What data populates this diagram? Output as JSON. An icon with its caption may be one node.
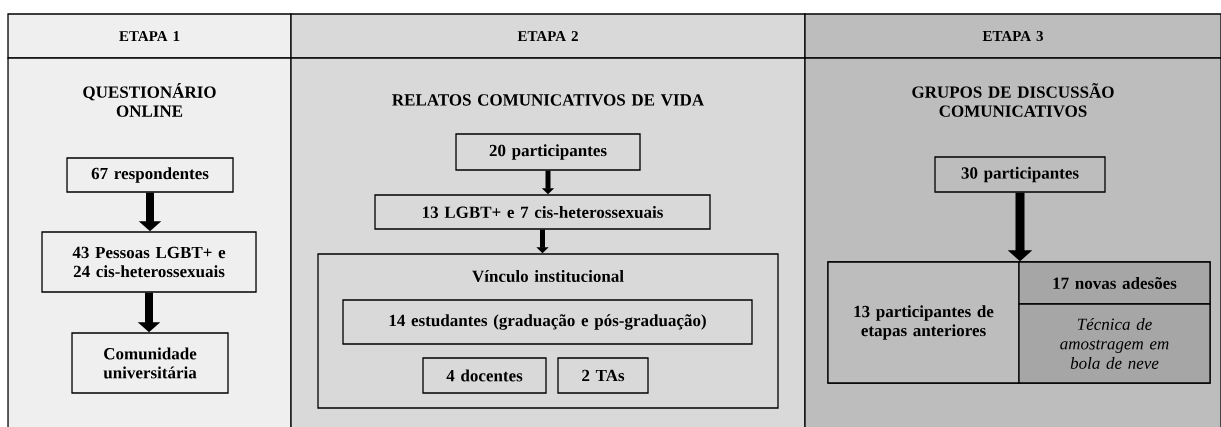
{
  "diagram": {
    "nodes": [
      {
        "text": [
          "ETAPA 1"
        ]
      },
      {
        "text": [
          "QUESTIONÁRIO ONLINE"
        ]
      },
      {
        "text": [
          "67 respondentes"
        ],
        "in": 1
      },
      {
        "text": [
          "43 Pessoas LGBT+ e 24 cis-heterossexuais"
        ],
        "in": 1
      },
      {
        "text": [
          "Comunidade universitária"
        ],
        "in": 1
      },
      {
        "text": [
          "ETAPA 2"
        ]
      },
      {
        "text": [
          "RELATOS COMUNICATIVOS DE VIDA"
        ]
      },
      {
        "text": [
          "20 participantes"
        ],
        "in": 6
      },
      {
        "text": [
          "13 LGBT+ e 7 cis-heterossexuais"
        ],
        "in": 6
      },
      {
        "text": [
          "Vínculo institucional"
        ],
        "in": 6
      },
      {
        "text": [
          "14 estudantes (graduação e pós-graduação)"
        ],
        "in": 9
      },
      {
        "text": [
          "4 docentes"
        ],
        "in": 9
      },
      {
        "text": [
          "2 TAs"
        ],
        "in": 9
      },
      {
        "text": [
          "ETAPA 3"
        ]
      },
      {
        "text": [
          "GRUPOS DE DISCUSSÃO COMUNICATIVOS"
        ]
      },
      {
        "text": [
          "30 participantes"
        ],
        "in": 14
      },
      {
        "text": [],
        "shape": "box",
        "in": 14
      },
      {
        "text": [
          "13 participantes de etapas anteriores"
        ],
        "in": 16
      },
      {
        "text": [
          "17 novas adesões"
        ],
        "in": 16
      },
      {
        "text": [
          "Técnica de amostragem em bola de neve"
        ],
        "in": 16
      }
    ],
    "edges": [
      {
        "from": 2,
        "to": 3,
        "arrow": "to"
      },
      {
        "from": 3,
        "to": 4,
        "arrow": "to"
      },
      {
        "from": 7,
        "to": 8,
        "arrow": "to"
      },
      {
        "from": 8,
        "to": 9,
        "arrow": "to"
      },
      {
        "from": 15,
        "to": 16,
        "arrow": "to"
      }
    ]
  }
}
